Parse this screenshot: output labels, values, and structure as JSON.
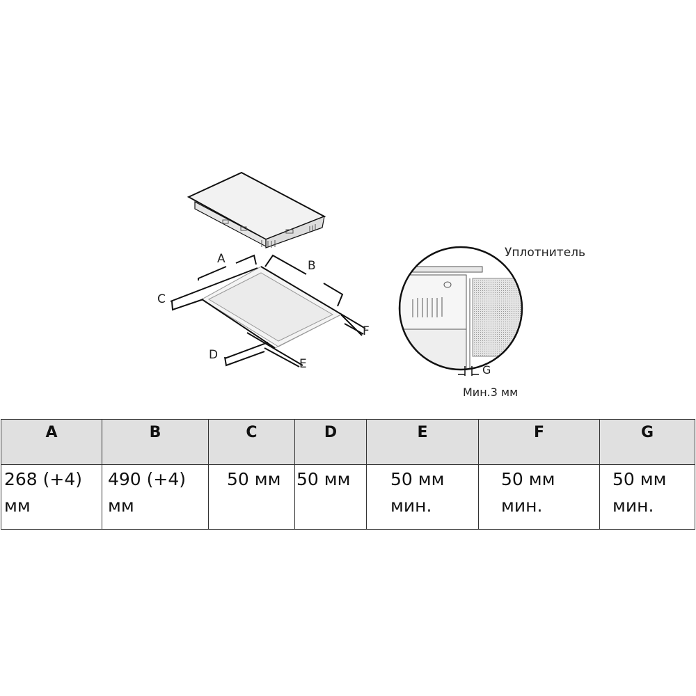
{
  "diagram": {
    "labels": {
      "A": "A",
      "B": "B",
      "C": "C",
      "D": "D",
      "E": "E",
      "F": "F",
      "G": "G"
    },
    "seal_label": "Уплотнитель",
    "gap_label": "Мин.3 мм"
  },
  "table": {
    "headers": [
      "A",
      "B",
      "C",
      "D",
      "E",
      "F",
      "G"
    ],
    "values": [
      "268 (+4)\nмм",
      "490 (+4)\nмм",
      "50 мм",
      "50 мм",
      "50 мм\nмин.",
      "50 мм\nмин.",
      "50 мм\nмин."
    ]
  }
}
